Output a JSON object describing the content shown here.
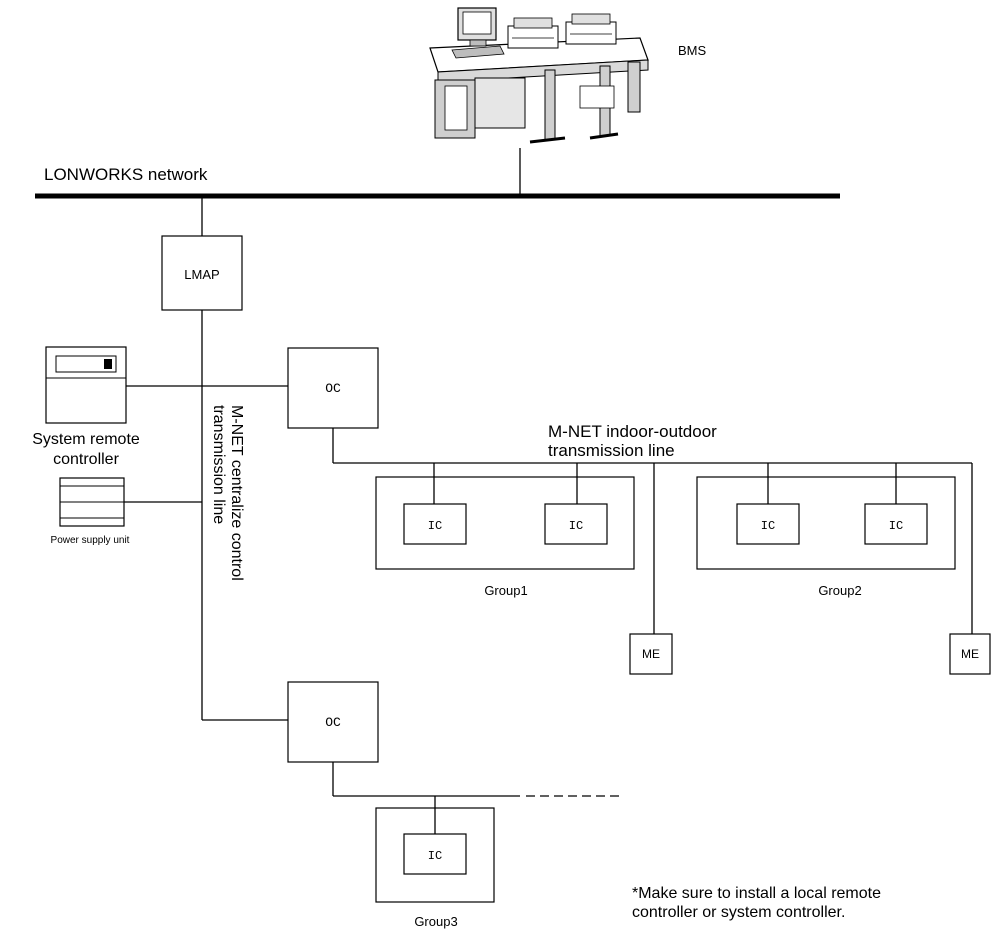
{
  "bms_label": "BMS",
  "network_label": "LONWORKS network",
  "lmap_label": "LMAP",
  "oc_label": "OC",
  "ic_label": "IC",
  "me_label": "ME",
  "system_remote_controller": {
    "line1": "System remote",
    "line2": "controller"
  },
  "power_supply_label": "Power supply unit",
  "mnet_centralized": {
    "line1": "M-NET centralize control",
    "line2": "transmission line"
  },
  "mnet_indoor_outdoor": {
    "line1": "M-NET indoor-outdoor",
    "line2": "transmission line"
  },
  "groups": [
    "Group1",
    "Group2",
    "Group3"
  ],
  "note": {
    "line1": "*Make sure to install a local remote",
    "line2": "controller or system controller."
  }
}
